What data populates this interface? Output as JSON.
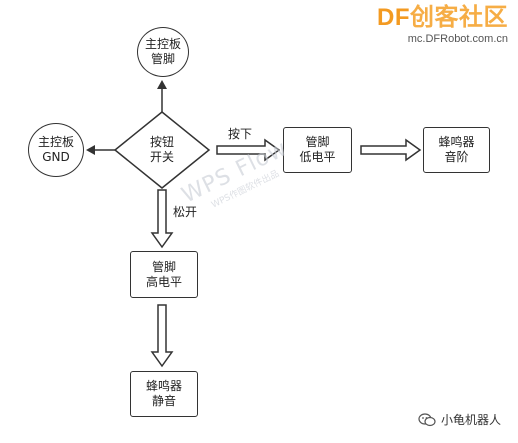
{
  "brand": {
    "logo_latin": "DF",
    "logo_cn": "创客社区",
    "url": "mc.DFRobot.com.cn"
  },
  "watermark": {
    "main": "WPS Flow",
    "sub": "WPS作图软件出品"
  },
  "diagram": {
    "nodes": {
      "pin_top": [
        "主控板",
        "管脚"
      ],
      "gnd": [
        "主控板",
        "GND"
      ],
      "decision": [
        "按钮",
        "开关"
      ],
      "pin_low": [
        "管脚",
        "低电平"
      ],
      "buzzer_tone": [
        "蜂鸣器",
        "音阶"
      ],
      "pin_high": [
        "管脚",
        "高电平"
      ],
      "buzzer_silent": [
        "蜂鸣器",
        "静音"
      ]
    },
    "edges": {
      "press": "按下",
      "release": "松开"
    }
  },
  "footer": {
    "account": "小龟机器人"
  },
  "colors": {
    "stroke": "#333333",
    "brand_orange": "#f39a21",
    "watermark": "#c8ccd4"
  }
}
